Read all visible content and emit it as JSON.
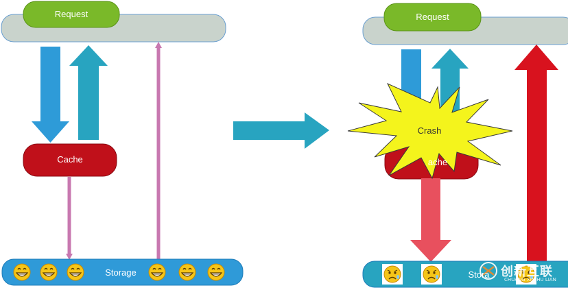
{
  "colors": {
    "request_green": "#7ab929",
    "bar_gray": "#c9d3cc",
    "cache_red": "#c0101a",
    "storage_blue": "#2f9ad8",
    "arrow_blue": "#2e9bd8",
    "arrow_teal": "#28a4c0",
    "pink_line": "#c878b0",
    "crash_yellow": "#f4f41c",
    "arrow_red": "#d8121e",
    "arrow_salmon": "#e8505e"
  },
  "icons": [
    "grinning-face-emoji",
    "worried-face-emoji"
  ],
  "left": {
    "request_label": "Request",
    "cache_label": "Cache",
    "storage_label": "Storage"
  },
  "right": {
    "request_label": "Request",
    "cache_label": "ache",
    "crash_label": "Crash",
    "storage_label": "Stora"
  },
  "watermark": {
    "text": "创新互联",
    "sub": "CHUANG XIN HU LIAN"
  }
}
